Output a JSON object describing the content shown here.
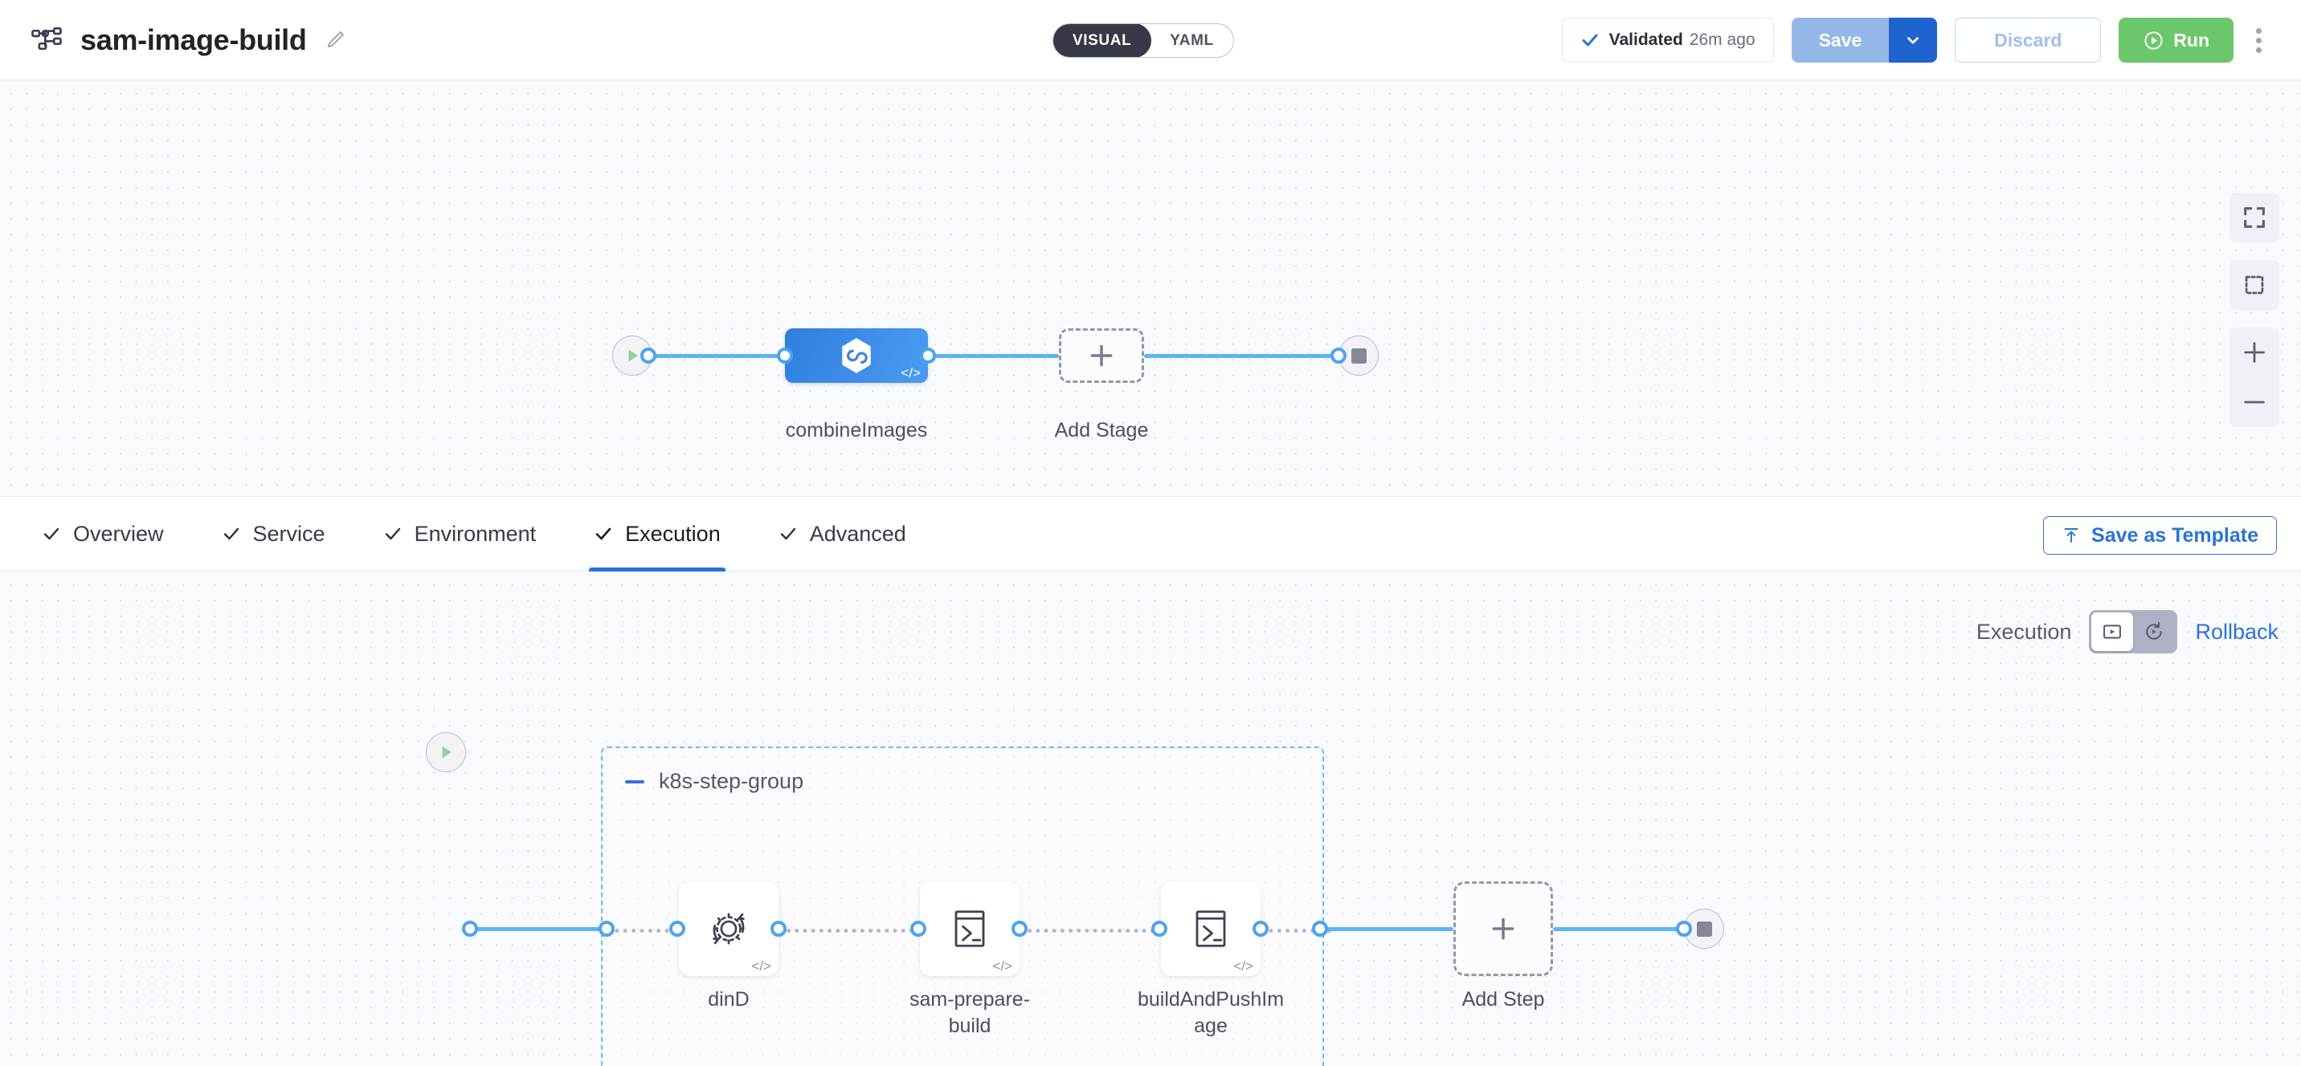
{
  "header": {
    "pipeline_icon": "pipeline-nodes-icon",
    "title": "sam-image-build",
    "edit_icon": "pencil-edit-icon",
    "mode_toggle": {
      "options": [
        "VISUAL",
        "YAML"
      ],
      "selected": "VISUAL"
    },
    "validated": {
      "icon": "check-icon",
      "label": "Validated",
      "time": "26m ago"
    },
    "save": {
      "label": "Save",
      "caret_icon": "chevron-down-icon"
    },
    "discard_label": "Discard",
    "run": {
      "label": "Run",
      "icon": "play-circle-icon"
    },
    "kebab_icon": "more-vertical-icon"
  },
  "canvas_controls": [
    {
      "name": "fit-to-screen-button",
      "icon": "fit-screen-icon"
    },
    {
      "name": "selection-box-button",
      "icon": "selection-marquee-icon"
    },
    {
      "name": "zoom-in-button",
      "icon": "plus-icon"
    },
    {
      "name": "zoom-out-button",
      "icon": "minus-icon"
    }
  ],
  "stage_graph": {
    "start_icon": "play-triangle-icon",
    "end_icon": "stop-square-icon",
    "stages": [
      {
        "name": "combineImages",
        "icon": "harness-ci-build-icon",
        "badge": "</>"
      }
    ],
    "add_stage": {
      "label": "Add Stage",
      "icon": "plus-icon"
    }
  },
  "tabs": [
    {
      "label": "Overview",
      "active": false,
      "icon": "check-icon"
    },
    {
      "label": "Service",
      "active": false,
      "icon": "check-icon"
    },
    {
      "label": "Environment",
      "active": false,
      "icon": "check-icon"
    },
    {
      "label": "Execution",
      "active": true,
      "icon": "check-icon"
    },
    {
      "label": "Advanced",
      "active": false,
      "icon": "check-icon"
    }
  ],
  "save_as_template": {
    "label": "Save as Template",
    "icon": "upload-template-icon"
  },
  "execution_switch": {
    "execution_label": "Execution",
    "rollback_label": "Rollback",
    "selected": "execution",
    "execution_icon": "play-in-box-icon",
    "rollback_icon": "rotate-play-icon"
  },
  "execution_graph": {
    "start_icon": "play-triangle-icon",
    "end_icon": "stop-square-icon",
    "step_group": {
      "title": "k8s-step-group",
      "collapse_icon": "minus-collapse-icon",
      "steps": [
        {
          "name": "dinD",
          "icon": "gear-rotate-icon",
          "badge": "</>"
        },
        {
          "name": "sam-prepare-\nbuild",
          "icon": "shell-terminal-icon",
          "badge": "</>"
        },
        {
          "name": "buildAndPushIm\nage",
          "icon": "shell-terminal-icon",
          "badge": "</>"
        }
      ]
    },
    "add_step": {
      "label": "Add Step",
      "icon": "plus-icon"
    }
  }
}
